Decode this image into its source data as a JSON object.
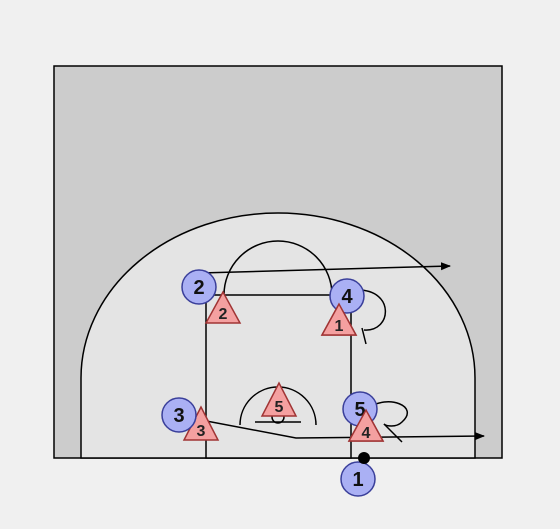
{
  "colors": {
    "background": "#f0f0f0",
    "court_outer": "#cccccc",
    "court_inner": "#e4e4e4",
    "line": "#000000",
    "offense_fill": "#aab0f4",
    "offense_stroke": "#3a3f9a",
    "defense_fill": "#f4a0a0",
    "defense_stroke": "#a03434"
  },
  "offense": [
    {
      "label": "1"
    },
    {
      "label": "2"
    },
    {
      "label": "3"
    },
    {
      "label": "4"
    },
    {
      "label": "5"
    }
  ],
  "defense": [
    {
      "label": "1"
    },
    {
      "label": "2"
    },
    {
      "label": "3"
    },
    {
      "label": "4"
    },
    {
      "label": "5"
    }
  ],
  "ball_icon": "ball-icon"
}
